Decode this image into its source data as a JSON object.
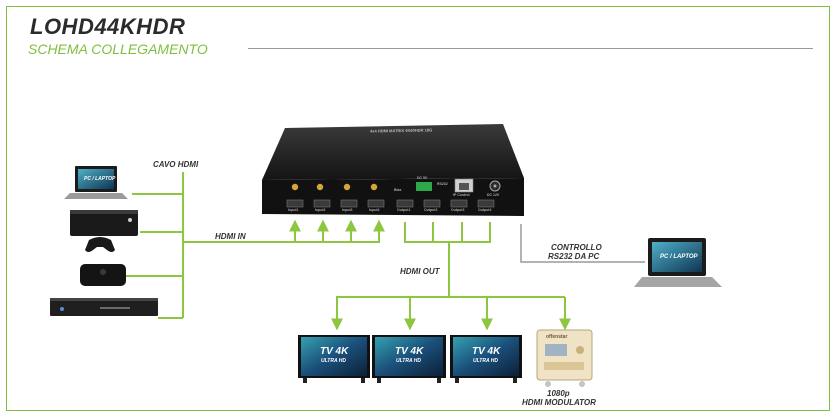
{
  "header": {
    "title": "LOHD44KHDR",
    "subtitle": "SCHEMA COLLEGAMENTO"
  },
  "labels": {
    "cavo_hdmi": "CAVO HDMI",
    "hdmi_in": "HDMI IN",
    "hdmi_out": "HDMI OUT",
    "controllo_line1": "CONTROLLO",
    "controllo_line2": "RS232 DA PC",
    "modulator_line1": "1080p",
    "modulator_line2": "HDMI MODULATOR"
  },
  "devices": {
    "laptop_screen_text": "PC / LAPTOP",
    "tv_brand": "TV 4K",
    "tv_sub": "ULTRA HD",
    "matrix_top_text": "4x4 HDMI MATRIX 4K60HDR 18G",
    "modulator_brand": "offenstar",
    "port_labels_in": [
      "Input1",
      "Input2",
      "Input3",
      "Input4"
    ],
    "port_labels_out": [
      "Output1",
      "Output2",
      "Output3",
      "Output4"
    ],
    "panel_labels": [
      "Bias",
      "DC 5V",
      "RS232",
      "IP Control",
      "DC 12V"
    ]
  },
  "colors": {
    "accent_green": "#7fbf3f",
    "line_green": "#8dc63f",
    "device_dark": "#1f1f1f",
    "gray_line": "#9a9a9a"
  }
}
